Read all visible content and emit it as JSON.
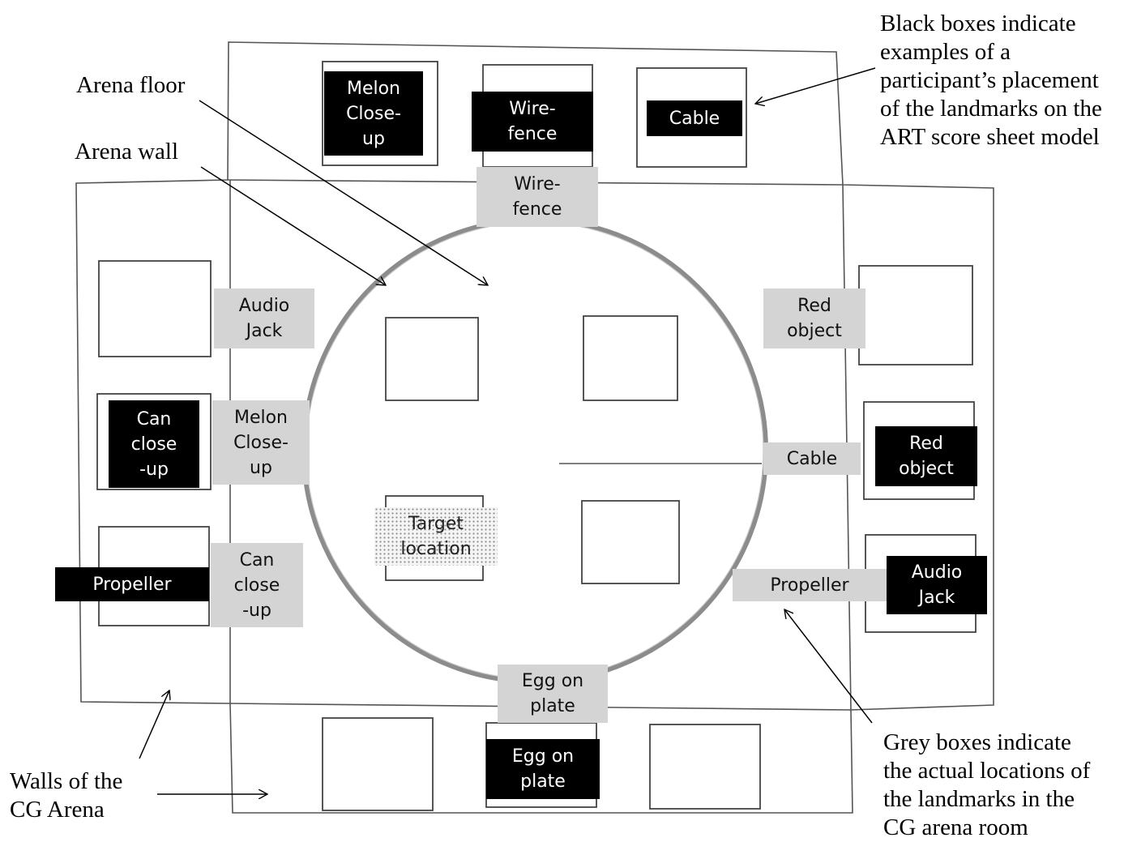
{
  "annotations": {
    "black_boxes_note": [
      "Black boxes indicate",
      "examples of a",
      "participant’s placement",
      "of the landmarks on the",
      "ART score sheet model"
    ],
    "arena_floor": "Arena floor",
    "arena_wall": "Arena wall",
    "grey_boxes_note": [
      "Grey boxes indicate",
      "the actual locations of",
      "the landmarks in the",
      "CG arena room"
    ],
    "walls_note": [
      "Walls of the",
      "CG Arena"
    ]
  },
  "grey_labels": {
    "top": [
      "Wire-",
      "fence"
    ],
    "left_upper": [
      "Audio",
      "Jack"
    ],
    "left_middle": [
      "Melon",
      "Close-",
      "up"
    ],
    "left_lower": [
      "Can",
      "close",
      "-up"
    ],
    "right_upper": [
      "Red",
      "object"
    ],
    "right_middle": [
      "Cable"
    ],
    "right_lower": [
      "Propeller"
    ],
    "bottom": [
      "Egg on",
      "plate"
    ]
  },
  "black_labels": {
    "top_left": [
      "Melon",
      "Close-",
      "up"
    ],
    "top_center": [
      "Wire-",
      "fence"
    ],
    "top_right": [
      "Cable"
    ],
    "left_middle": [
      "Can",
      "close",
      "-up"
    ],
    "left_lower": [
      "Propeller"
    ],
    "right_middle": [
      "Red",
      "object"
    ],
    "right_lower": [
      "Audio",
      "Jack"
    ],
    "bottom_center": [
      "Egg",
      "on",
      "plate"
    ]
  },
  "target_location": [
    "Target",
    "location"
  ],
  "colors": {
    "grey_box": "#d4d4d4",
    "black_box": "#000000",
    "pencil_line": "#555555",
    "arena_wall_ring": "#8c8c8c"
  }
}
